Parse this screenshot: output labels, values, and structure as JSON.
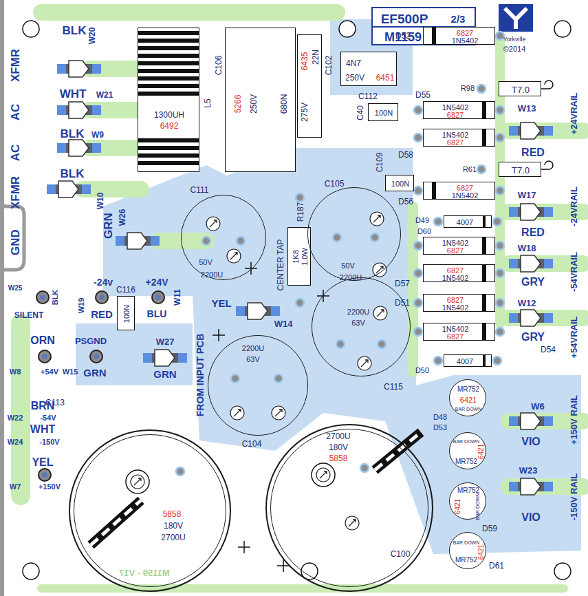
{
  "diagram": {
    "nodes": [
      {
        "text": [
          "EF500P",
          "2/3",
          "M1159",
          "V17"
        ]
      },
      {
        "text": [
          "4N7",
          "250V",
          "6451"
        ]
      },
      {
        "text": [
          "100N"
        ]
      },
      {
        "text": [
          "100N"
        ]
      },
      {
        "text": [
          "T7.0"
        ]
      },
      {
        "text": [
          "T7.0"
        ]
      },
      {
        "text": [
          "6827",
          "1N5402"
        ]
      },
      {
        "text": [
          "1N5402",
          "6827"
        ]
      },
      {
        "text": [
          "1N5402",
          "6827"
        ]
      },
      {
        "text": [
          "6827",
          "1N5402"
        ]
      },
      {
        "text": [
          "4007"
        ]
      },
      {
        "text": [
          "1N5402",
          "6827"
        ]
      },
      {
        "text": [
          "6827",
          "1N5402"
        ]
      },
      {
        "text": [
          "6827",
          "1N5402"
        ]
      },
      {
        "text": [
          "1N5402",
          "6827"
        ]
      },
      {
        "text": [
          "4007"
        ]
      },
      {
        "text": [
          "1K8",
          "1.0W"
        ]
      },
      {
        "text": [
          "100N"
        ]
      },
      {
        "text": [
          "6435",
          "22N",
          "275V"
        ]
      },
      {
        "text": [
          "5266",
          "250V",
          "680N"
        ]
      },
      {
        "text": [
          "1300UH",
          "6492"
        ]
      },
      {
        "text": [
          "50V",
          "2200U"
        ]
      },
      {
        "text": [
          "50V",
          "2200U"
        ]
      },
      {
        "text": [
          "2200U",
          "63V"
        ]
      },
      {
        "text": [
          "2200U",
          "63V"
        ]
      },
      {
        "text": [
          "5858",
          "180V",
          "2700U"
        ]
      },
      {
        "text": [
          "2700U",
          "180V",
          "5858"
        ]
      },
      {
        "text": [
          "MR752",
          "6421",
          "BAR DOWN"
        ]
      },
      {
        "text": [
          "BAR DOWN",
          "MR752",
          "6421"
        ]
      },
      {
        "text": [
          "MR752",
          "6421",
          "BAR DOWN"
        ]
      },
      {
        "text": [
          "BAR DOWN",
          "MR752",
          "6421"
        ]
      }
    ],
    "labels": [
      "Yorkville",
      "©2014",
      "XFMR",
      "BLK",
      "W20",
      "AC",
      "WHT",
      "W21",
      "AC",
      "BLK",
      "W9",
      "XFMR",
      "BLK",
      "W10",
      "GND",
      "GRN",
      "W26",
      "W25",
      "BLK",
      "SILENT",
      "W19",
      "-24v",
      "RED",
      "C116",
      "+24V",
      "BLU",
      "W11",
      "ORN",
      "W8",
      "+54V",
      "PSGND",
      "W15",
      "GRN",
      "W27",
      "GRN",
      "BRN",
      "W22",
      "-54V",
      "WHT",
      "W24",
      "-150V",
      "YEL",
      "W7",
      "+150V",
      "C113",
      "L5",
      "C106",
      "C102",
      "C112",
      "C40",
      "C109",
      "R187",
      "CENTER TAP",
      "C111",
      "C105",
      "YEL",
      "W14",
      "FROM INPUT PCB",
      "C104",
      "C115",
      "C100",
      "D52",
      "R98",
      "D55",
      "D58",
      "R61",
      "D56",
      "D49",
      "D60",
      "D57",
      "D51",
      "D54",
      "D50",
      "W13",
      "RED",
      "+24VRAIL",
      "W17",
      "RED",
      "-24VRAIL",
      "W18",
      "GRY",
      "-54VRAIL",
      "W12",
      "GRY",
      "+54VRAIL",
      "D48",
      "D53",
      "W6",
      "VIO",
      "+150V RAIL",
      "W23",
      "VIO",
      "-150V RAIL",
      "D59",
      "D61",
      "M1159 - V17"
    ]
  }
}
